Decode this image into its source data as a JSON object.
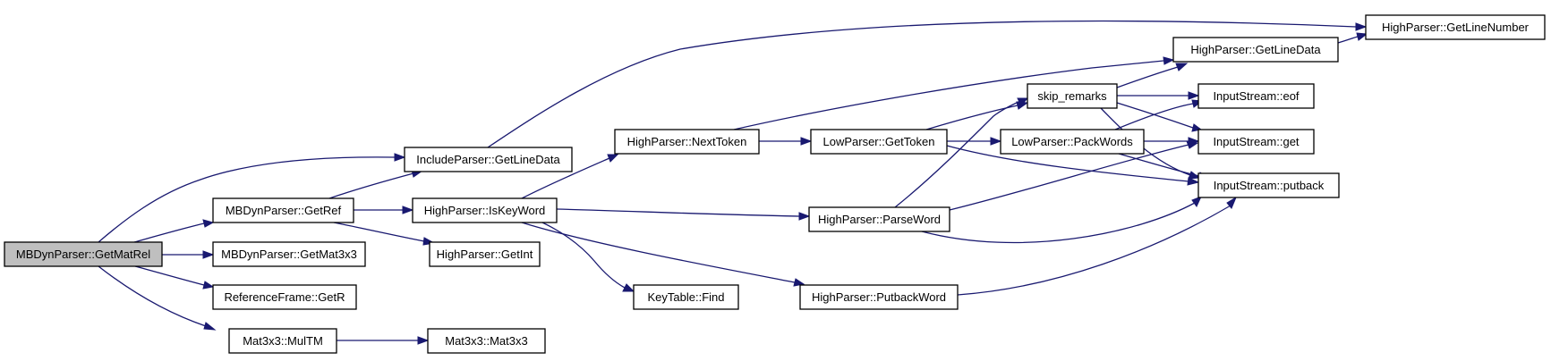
{
  "graph": {
    "root_fill": "#bfbfbf",
    "node_fill": "#ffffff",
    "edge_color": "#191970",
    "nodes": {
      "getmatrel": "MBDynParser::GetMatRel",
      "include_getlinedata": "IncludeParser::GetLineData",
      "getref": "MBDynParser::GetRef",
      "getmat3x3": "MBDynParser::GetMat3x3",
      "refframe_getr": "ReferenceFrame::GetR",
      "multm": "Mat3x3::MulTM",
      "mat3x3": "Mat3x3::Mat3x3",
      "iskeyword": "HighParser::IsKeyWord",
      "getint": "HighParser::GetInt",
      "nexttoken": "HighParser::NextToken",
      "keytable_find": "KeyTable::Find",
      "lowparser_gettoken": "LowParser::GetToken",
      "parseword": "HighParser::ParseWord",
      "putbackword": "HighParser::PutbackWord",
      "skip_remarks": "skip_remarks",
      "packwords": "LowParser::PackWords",
      "high_getlinedata": "HighParser::GetLineData",
      "getlinenumber": "HighParser::GetLineNumber",
      "eof": "InputStream::eof",
      "get": "InputStream::get",
      "putback": "InputStream::putback"
    }
  }
}
